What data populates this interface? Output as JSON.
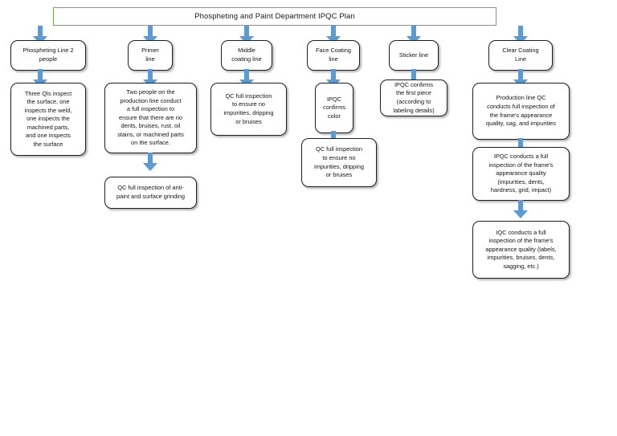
{
  "header": {
    "title": "Phospheting and Paint Department IPQC Plan",
    "border_color": "#70AD47"
  },
  "theme": {
    "arrow_color": "#5B9BD5",
    "node_border_color": "#1f1f1f",
    "node_fill": "#ffffff",
    "page_background": "#ffffff"
  },
  "columns": [
    {
      "id": "phospheting-line",
      "stage_label": "Phospheting Line 2\npeople",
      "steps": [
        "Three QIs inspect\nthe surface, one\ninspects the weld,\none inspects the\nmachined parts,\nand one inspects\nthe surface"
      ]
    },
    {
      "id": "primer-line",
      "stage_label": "Primer\nline",
      "steps": [
        "Two people on the\nproduction line conduct\na full inspection to\nensure that there are no\ndents, bruises, rust, oil\nstains, or machined parts\non the surface.",
        "QC full inspection of anti-\npaint and surface grinding"
      ]
    },
    {
      "id": "middle-coating-line",
      "stage_label": "Middle\ncoating line",
      "steps": [
        "QC full inspection\nto ensure no\nimpurities, dripping\nor bruises"
      ]
    },
    {
      "id": "face-coating-line",
      "stage_label": "Face Coating\nline",
      "steps": [
        "IPQC\nconfirms\ncolor",
        "QC full inspection\nto ensure no\nimpurities, dripping\nor bruises"
      ]
    },
    {
      "id": "sticker-line",
      "stage_label": "Sticker line",
      "steps": [
        "IPQC confirms\nthe first piece\n(according to\nlabeling details)"
      ]
    },
    {
      "id": "clear-coating-line",
      "stage_label": "Clear Coating\nLine",
      "steps": [
        "Production line QC\nconducts full inspection of\nthe frame's appearance\nquality, sag, and impurities",
        "IPQC conducts a full\ninspection of the frame's\nappearance quality\n(impurities, dents,\nhardness, grid, impact)",
        "IQC conducts a full\ninspection of the frame's\nappearance quality (labels,\nimpurities, bruises, dents,\nsagging, etc.)"
      ]
    }
  ]
}
